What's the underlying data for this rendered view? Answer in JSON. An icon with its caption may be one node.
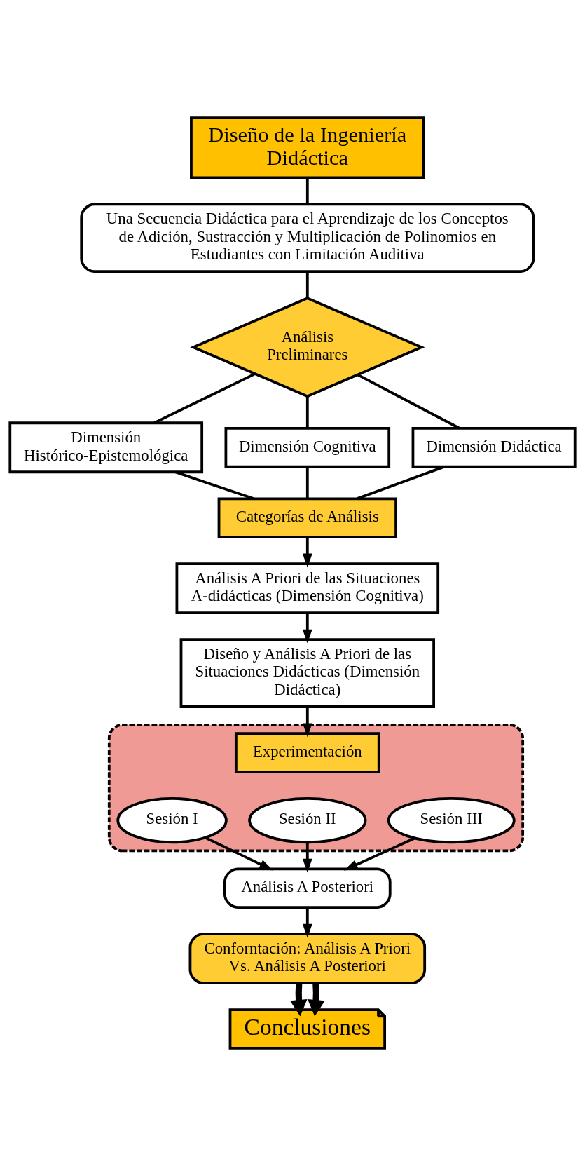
{
  "diagram": {
    "nodes": [
      {
        "text": [
          "Diseño de la Ingeniería Didáctica"
        ]
      },
      {
        "text": [
          "Una Secuencia Didáctica para el Aprendizaje de los Conceptos de Adición, Sustracción y Multiplicación de Polinomios en Estudiantes con Limitación Auditiva"
        ]
      },
      {
        "text": [
          "Análisis Preliminares"
        ]
      },
      {
        "text": [
          "Dimensión Histórico-Epistemológica"
        ]
      },
      {
        "text": [
          "Dimensión Cognitiva"
        ]
      },
      {
        "text": [
          "Dimensión Didáctica"
        ]
      },
      {
        "text": [
          "Categorías de Análisis"
        ]
      },
      {
        "text": [
          "Análisis A Priori de las Situaciones A-didácticas (Dimensión Cognitiva)"
        ]
      },
      {
        "text": [
          "Diseño y Análisis A Priori de las Situaciones Didácticas (Dimensión Didáctica)"
        ]
      },
      {
        "text": [],
        "shape": "band"
      },
      {
        "text": [
          "Experimentación"
        ],
        "in": 9
      },
      {
        "text": [
          "Sesión I"
        ],
        "in": 9
      },
      {
        "text": [
          "Sesión II"
        ],
        "in": 9
      },
      {
        "text": [
          "Sesión III"
        ],
        "in": 9
      },
      {
        "text": [
          "Análisis A Posteriori"
        ]
      },
      {
        "text": [
          "Conforntación: Análisis A Priori Vs. Análisis A Posteriori"
        ]
      },
      {
        "text": [
          "Conclusiones"
        ]
      }
    ],
    "edges": [
      {
        "from": 0,
        "to": 1,
        "arrow": "none"
      },
      {
        "from": 1,
        "to": 2,
        "arrow": "none"
      },
      {
        "from": 2,
        "to": 3,
        "arrow": "none"
      },
      {
        "from": 2,
        "to": 4,
        "arrow": "none"
      },
      {
        "from": 2,
        "to": 5,
        "arrow": "none"
      },
      {
        "from": 3,
        "to": 6,
        "arrow": "none"
      },
      {
        "from": 4,
        "to": 6,
        "arrow": "none"
      },
      {
        "from": 5,
        "to": 6,
        "arrow": "none"
      },
      {
        "from": 6,
        "to": 7,
        "arrow": "to"
      },
      {
        "from": 7,
        "to": 8,
        "arrow": "to"
      },
      {
        "from": 8,
        "to": 10,
        "arrow": "to"
      },
      {
        "from": 11,
        "to": 14,
        "arrow": "to"
      },
      {
        "from": 12,
        "to": 14,
        "arrow": "to"
      },
      {
        "from": 13,
        "to": 14,
        "arrow": "to"
      },
      {
        "from": 14,
        "to": 15,
        "arrow": "to"
      },
      {
        "from": 15,
        "to": 16,
        "arrow": "to",
        "style": "thick"
      },
      {
        "from": 15,
        "to": 16,
        "arrow": "to",
        "style": "thick"
      }
    ]
  }
}
